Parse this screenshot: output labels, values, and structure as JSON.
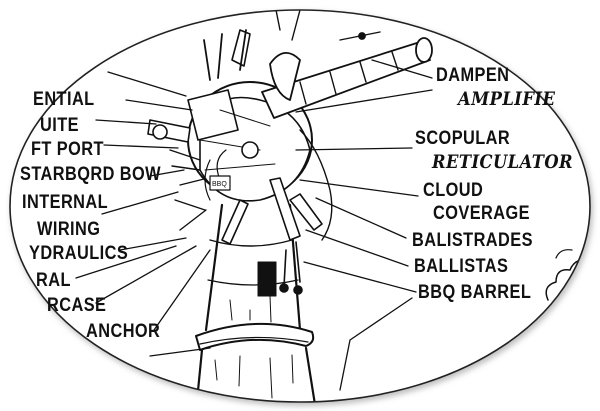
{
  "left_labels": [
    {
      "name": "label-confidential",
      "text": "ENTIAL"
    },
    {
      "name": "label-suite",
      "text": "UITE"
    },
    {
      "name": "label-aft-port",
      "text": "FT PORT"
    },
    {
      "name": "label-starboard-bow",
      "text": "STARBQRD BOW"
    },
    {
      "name": "label-internal",
      "text": "INTERNAL"
    },
    {
      "name": "label-wiring",
      "text": "WIRING"
    },
    {
      "name": "label-hydraulics",
      "text": "YDRAULICS"
    },
    {
      "name": "label-spiral",
      "text": "RAL"
    },
    {
      "name": "label-staircase",
      "text": "RCASE"
    },
    {
      "name": "label-anchor",
      "text": "ANCHOR"
    }
  ],
  "right_labels": [
    {
      "name": "label-dampener",
      "text": "DAMPEN"
    },
    {
      "name": "label-amplifier",
      "text": "AMPLIFIE"
    },
    {
      "name": "label-scopular",
      "text": "SCOPULAR"
    },
    {
      "name": "label-reticulator",
      "text": "RETICULATOR"
    },
    {
      "name": "label-cloud",
      "text": "CLOUD"
    },
    {
      "name": "label-coverage",
      "text": "COVERAGE"
    },
    {
      "name": "label-balistrades",
      "text": "BALISTRADES"
    },
    {
      "name": "label-ballistas",
      "text": "BALLISTAS"
    },
    {
      "name": "label-bbq-barrel",
      "text": "BBQ BARREL"
    }
  ]
}
